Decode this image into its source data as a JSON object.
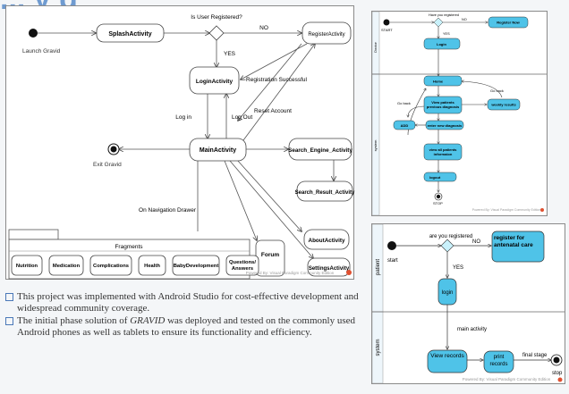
{
  "heading": "... y g",
  "main_diagram": {
    "launch_label": "Launch Gravid",
    "exit_label": "Exit Gravid",
    "nodes": {
      "splash": "SplashActivity",
      "register": "RegisterActivity",
      "login": "LoginActivity",
      "main": "MainActivity",
      "search_engine": "Search_Engine_Activity",
      "search_result": "Search_Result_Activity",
      "about": "AboutActivity",
      "settings": "SettingsActivity",
      "forum": "Forum"
    },
    "edge_labels": {
      "is_registered": "Is User Registered?",
      "no": "NO",
      "yes": "YES",
      "registration_successful": "Registration Successful",
      "reset_account": "Reset Account",
      "log_in": "Log in",
      "log_out": "Log Out",
      "on_navigation_drawer": "On Navigation Drawer"
    },
    "fragments_title": "Fragments",
    "fragments": [
      "Nutrition",
      "Medication",
      "Complications",
      "Health",
      "BabyDevelopment",
      "Questions/ Answers"
    ],
    "watermark": "Powered By: Visual Paradigm Community Edition"
  },
  "top_right_diagram": {
    "lanes": [
      "Doctor",
      "system"
    ],
    "start_label": "START",
    "question": "Have you registered",
    "no": "NO",
    "yes": "YES",
    "nodes": {
      "register_now": "Register Now",
      "login": "Login",
      "home": "Home",
      "view_patients": "View patients previous diagnosis",
      "weekly_results": "weekly results",
      "add": "ADD",
      "enter_diagnosis": "enter new diagnosis",
      "view_all_patients": "view all patients informaion",
      "logout": "logout"
    },
    "go_back_1": "Go back",
    "go_back_2": "Go back",
    "stop_label": "STOP",
    "watermark": "Powered By: Visual Paradigm Community Edition"
  },
  "bottom_right_diagram": {
    "lanes": [
      "patient",
      "system"
    ],
    "start_label": "start",
    "question": "are you registered",
    "no": "NO",
    "yes": "YES",
    "nodes": {
      "register_antenatal": "register for antenatal care",
      "login": "login",
      "view_records": "View records",
      "print_records": "print records"
    },
    "main_activity": "main activity",
    "final_stage": "final stage",
    "stop_label": "stop",
    "watermark": "Powered By: Visual Paradigm Community Edition"
  },
  "bullets": {
    "b1": "This project was implemented with Android Studio for cost-effective development and widespread community coverage.",
    "b2_pre": "The initial phase solution of ",
    "b2_em": "GRAVID",
    "b2_post": " was deployed and tested on the commonly used Android phones as well as tablets to ensure its functionality and efficiency."
  },
  "colors": {
    "accent_blue": "#4fc3e8",
    "node_fill": "#ffffff",
    "decision_fill": "#c9f1fb",
    "lane_header": "#eef6fb"
  }
}
